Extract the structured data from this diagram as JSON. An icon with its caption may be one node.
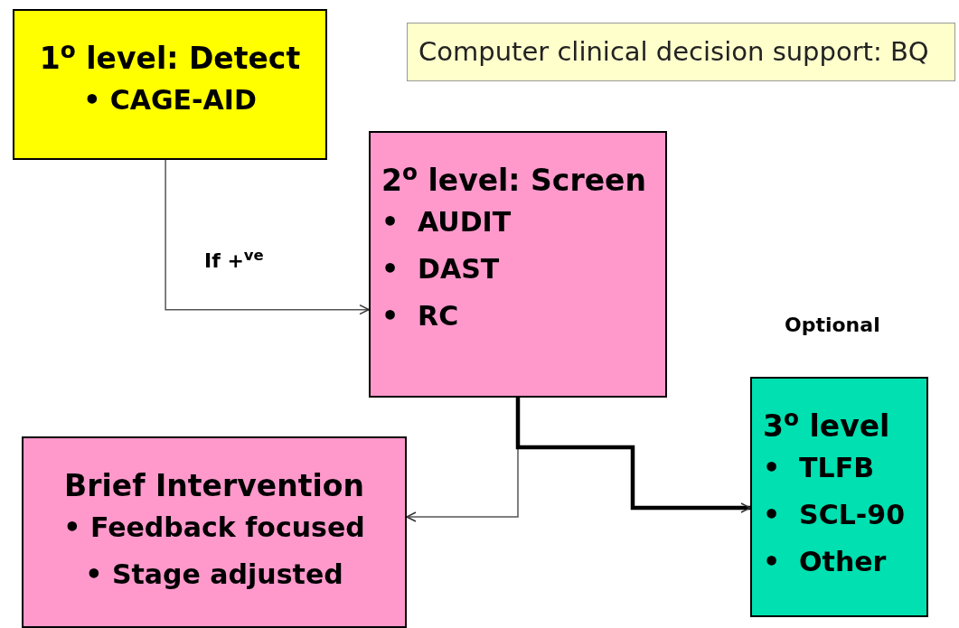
{
  "diagram": {
    "nodes": [
      {
        "text": [
          "1$^{o}$ level: Detect",
          "• CAGE-AID"
        ]
      },
      {
        "text": [
          "Computer clinical decision support: BQ"
        ]
      },
      {
        "text": [
          "2$^{o}$ level: Screen",
          "•  AUDIT",
          "•  DAST",
          "•  RC"
        ]
      },
      {
        "text": [
          "Brief Intervention",
          "• Feedback focused",
          "• Stage adjusted"
        ]
      },
      {
        "text": [
          "3$^{o}$ level",
          "•  TLFB",
          "•  SCL-90",
          "•  Other"
        ]
      }
    ],
    "edges": [
      {
        "from": 0,
        "to": 2,
        "arrow": "to",
        "label": "If +$^{ve}$"
      },
      {
        "from": 2,
        "to": 3,
        "arrow": "to"
      },
      {
        "from": 2,
        "to": 4,
        "arrow": "to",
        "style": "thick"
      }
    ],
    "labels": [
      "Optional"
    ]
  }
}
